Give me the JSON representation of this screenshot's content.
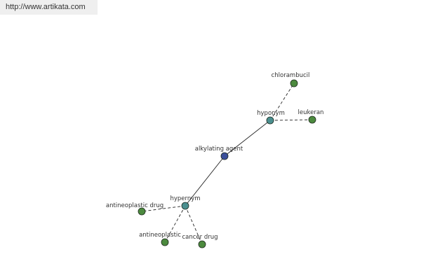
{
  "header": {
    "source_url": "http://www.artikata.com"
  },
  "colors": {
    "center": "#3b4f9a",
    "relation": "#4a8f8f",
    "leaf": "#4c8a3e"
  },
  "graph": {
    "nodes": [
      {
        "id": "center",
        "label": "alkylating agent",
        "kind": "center"
      },
      {
        "id": "hyponym",
        "label": "hyponym",
        "kind": "relation"
      },
      {
        "id": "hypernym",
        "label": "hypernym",
        "kind": "relation"
      },
      {
        "id": "chlorambucil",
        "label": "chlorambucil",
        "kind": "leaf"
      },
      {
        "id": "leukeran",
        "label": "leukeran",
        "kind": "leaf"
      },
      {
        "id": "antineoplastic_drug",
        "label": "antineoplastic drug",
        "kind": "leaf"
      },
      {
        "id": "antineoplastic",
        "label": "antineoplastic",
        "kind": "leaf"
      },
      {
        "id": "cancer_drug",
        "label": "cancer drug",
        "kind": "leaf"
      }
    ],
    "edges": [
      {
        "from": "center",
        "to": "hyponym",
        "style": "solid"
      },
      {
        "from": "center",
        "to": "hypernym",
        "style": "solid"
      },
      {
        "from": "hyponym",
        "to": "chlorambucil",
        "style": "dashed"
      },
      {
        "from": "hyponym",
        "to": "leukeran",
        "style": "dashed"
      },
      {
        "from": "hypernym",
        "to": "antineoplastic_drug",
        "style": "dashed"
      },
      {
        "from": "hypernym",
        "to": "antineoplastic",
        "style": "dashed"
      },
      {
        "from": "hypernym",
        "to": "cancer_drug",
        "style": "dashed"
      }
    ]
  }
}
